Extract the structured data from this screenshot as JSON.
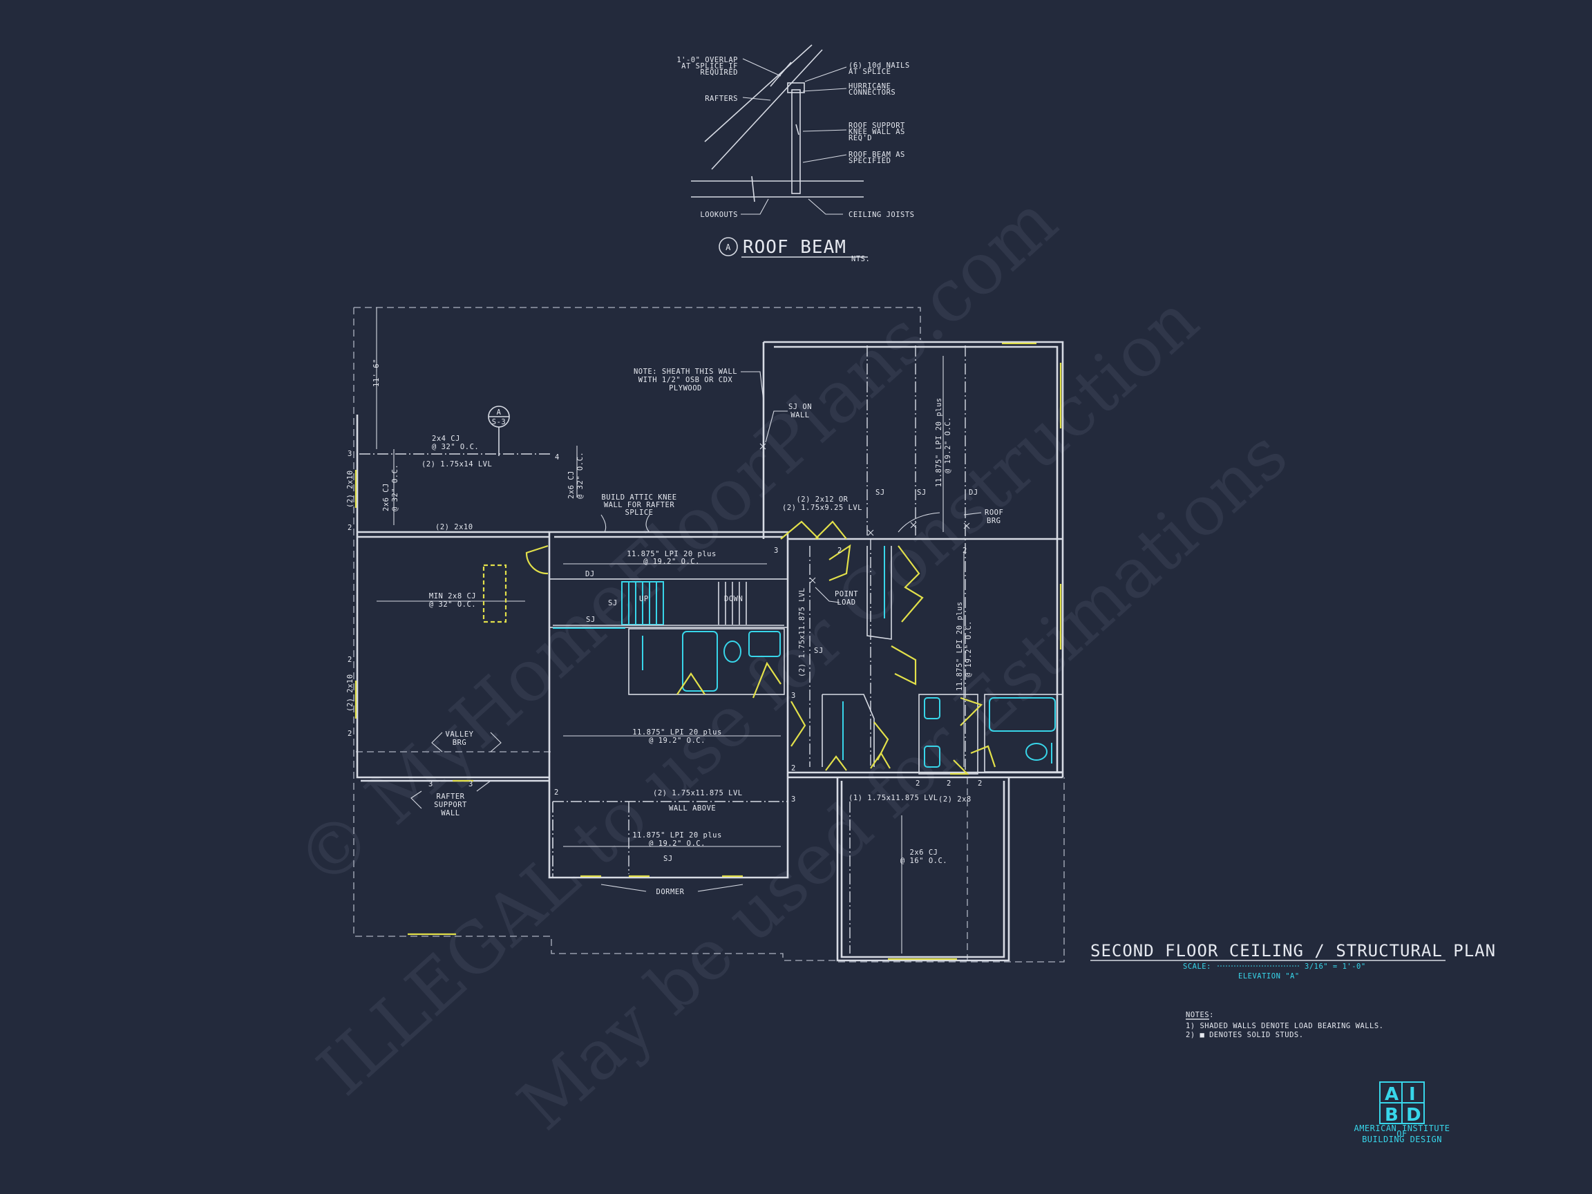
{
  "detail": {
    "marker": "A",
    "title": "ROOF BEAM",
    "scale": "NTS.",
    "labels": {
      "overlap": [
        "1'-0\" OVERLAP",
        "AT SPLICE IF",
        "REQUIRED"
      ],
      "rafters": "RAFTERS",
      "nails": [
        "(6) 10d NAILS",
        "AT SPLICE"
      ],
      "hurricane": [
        "HURRICANE",
        "CONNECTORS"
      ],
      "knee_wall": [
        "ROOF SUPPORT",
        "KNEE WALL AS",
        "REQ'D"
      ],
      "roof_beam": [
        "ROOF BEAM AS",
        "SPECIFIED"
      ],
      "lookouts": "LOOKOUTS",
      "ceiling_joists": "CEILING JOISTS"
    }
  },
  "plan": {
    "dim_height": "11'-6\"",
    "section_tag": {
      "letter": "A",
      "sheet": "S-3"
    },
    "labels": {
      "cj_2x4": [
        "2x4 CJ",
        "@ 32\" O.C."
      ],
      "lvl_1_75x14": "(2) 1.75x14 LVL",
      "cj_2x6_vertical_left": [
        "2x6 CJ",
        "@ 32\" O.C."
      ],
      "cj_2x6_vertical_mid": [
        "2x6 CJ",
        "@ 32\" O.C."
      ],
      "beam_2x10_left_top": "(2) 2x10",
      "beam_2x10_left_bottom": "(2) 2x10",
      "beam_2x10_horizontal": "(2) 2x10",
      "attic_knee": [
        "BUILD ATTIC KNEE",
        "WALL FOR RAFTER",
        "SPLICE"
      ],
      "sheath": [
        "NOTE: SHEATH THIS WALL",
        "WITH 1/2\" OSB OR CDX",
        "PLYWOOD"
      ],
      "sj_on_wall": [
        "SJ ON",
        "WALL"
      ],
      "beam_2x12": [
        "(2) 2x12 OR",
        "(2) 1.75x9.25 LVL"
      ],
      "roof_brg": [
        "ROOF",
        "BRG"
      ],
      "lpi_top": [
        "11.875\" LPI 20 plus",
        "@ 19.2\" O.C."
      ],
      "lpi_right_top": [
        "11.875\" LPI 20 plus",
        "@ 19.2\" O.C."
      ],
      "lpi_right_mid": [
        "11.875\" LPI 20 plus",
        "@ 19.2\" O.C."
      ],
      "lpi_mid": [
        "11.875\" LPI 20 plus",
        "@ 19.2\" O.C."
      ],
      "lpi_bottom": [
        "11.875\" LPI 20 plus",
        "@ 19.2\" O.C."
      ],
      "min_cj": [
        "MIN 2x8 CJ",
        "@ 32\" O.C."
      ],
      "dj": "DJ",
      "sj": "SJ",
      "up": "UP",
      "down": "DOWN",
      "point_load": [
        "POINT",
        "LOAD"
      ],
      "lvl_vertical": "(2) 1.75x11.875 LVL",
      "valley_brg": [
        "VALLEY",
        "BRG"
      ],
      "rafter_support": [
        "RAFTER",
        "SUPPORT",
        "WALL"
      ],
      "lvl_wall_above": "(2) 1.75x11.875 LVL",
      "wall_above": "WALL ABOVE",
      "lvl_single": "(1) 1.75x11.875 LVL",
      "beam_2x8": "(2) 2x8",
      "cj_2x6_16": [
        "2x6 CJ",
        "@ 16\" O.C."
      ],
      "dormer": "DORMER"
    },
    "stud_marks": [
      "3",
      "4",
      "2",
      "2",
      "2",
      "3",
      "3",
      "3",
      "2",
      "2",
      "3",
      "3",
      "2",
      "2",
      "2",
      "2",
      "2"
    ]
  },
  "title_block": {
    "title": "SECOND FLOOR CEILING / STRUCTURAL PLAN",
    "scale_label": "SCALE:",
    "scale_value": "3/16\" = 1'-0\"",
    "elevation": "ELEVATION \"A\""
  },
  "notes": {
    "heading": "NOTES:",
    "items": [
      "1) SHADED WALLS DENOTE LOAD BEARING WALLS.",
      "2) ■ DENOTES SOLID STUDS."
    ]
  },
  "logo": {
    "letters": [
      "A",
      "I",
      "B",
      "D"
    ],
    "caption": [
      "AMERICAN INSTITUTE",
      "OF",
      "BUILDING DESIGN"
    ]
  },
  "watermark": {
    "lines": [
      "© MyHomeFloorPlans.com",
      "ILLEGAL to use for Construction",
      "May be used for Estimations"
    ]
  },
  "colors": {
    "background": "#232a3c",
    "line": "#d7dbe4",
    "accent": "#38d6ea",
    "bearing": "#e2e04a"
  }
}
